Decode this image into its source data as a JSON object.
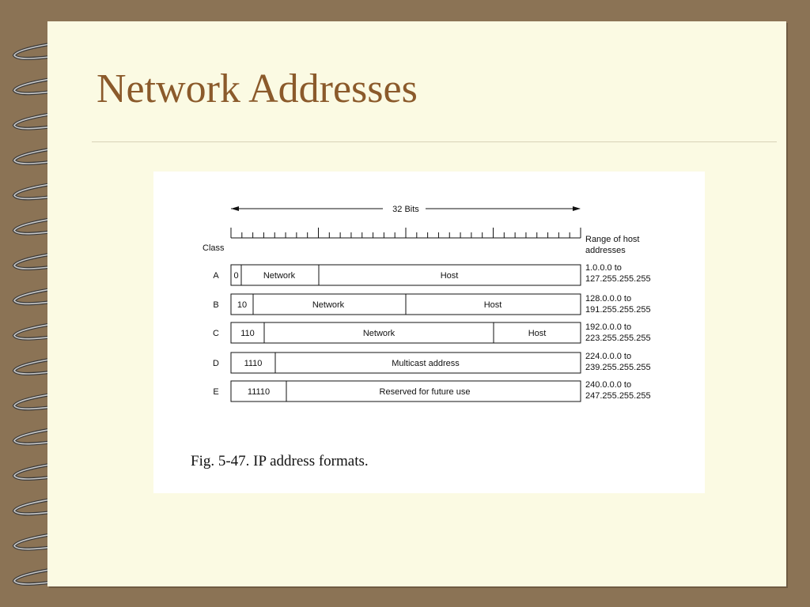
{
  "slide": {
    "title": "Network Addresses",
    "caption": "Fig. 5-47. IP address formats."
  },
  "diagram": {
    "width_label": "32 Bits",
    "class_header": "Class",
    "range_header_line1": "Range of host",
    "range_header_line2": "addresses",
    "rows": [
      {
        "cls": "A",
        "prefix": "0",
        "fields": [
          "Network",
          "Host"
        ],
        "range1": "1.0.0.0 to",
        "range2": "127.255.255.255"
      },
      {
        "cls": "B",
        "prefix": "10",
        "fields": [
          "Network",
          "Host"
        ],
        "range1": "128.0.0.0 to",
        "range2": "191.255.255.255"
      },
      {
        "cls": "C",
        "prefix": "110",
        "fields": [
          "Network",
          "Host"
        ],
        "range1": "192.0.0.0 to",
        "range2": "223.255.255.255"
      },
      {
        "cls": "D",
        "prefix": "1110",
        "fields": [
          "Multicast address"
        ],
        "range1": "224.0.0.0 to",
        "range2": "239.255.255.255"
      },
      {
        "cls": "E",
        "prefix": "11110",
        "fields": [
          "Reserved for future use"
        ],
        "range1": "240.0.0.0 to",
        "range2": "247.255.255.255"
      }
    ]
  },
  "colors": {
    "background": "#8b7355",
    "page": "#fbfae3",
    "title": "#8b5a2b"
  }
}
